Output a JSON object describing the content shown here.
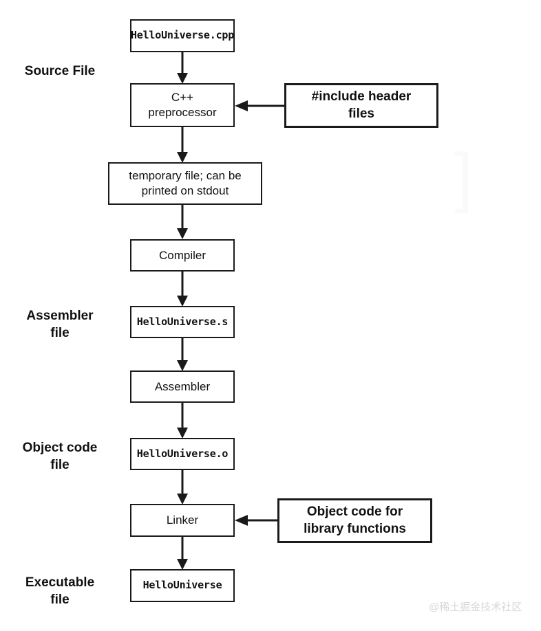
{
  "diagram": {
    "title": "C++ compilation pipeline flowchart",
    "colors": {
      "stroke": "#1a1a1a",
      "fill": "#ffffff",
      "text": "#111111",
      "watermark": "#d8d8d8"
    },
    "stage_labels": [
      {
        "id": "source-file",
        "text": "Source File"
      },
      {
        "id": "assembler-file",
        "text": "Assembler\nfile"
      },
      {
        "id": "object-code-file",
        "text": "Object code\nfile"
      },
      {
        "id": "executable-file",
        "text": "Executable\nfile"
      }
    ],
    "nodes": [
      {
        "id": "hellouniverse-cpp",
        "label": "HelloUniverse.cpp",
        "kind": "file"
      },
      {
        "id": "cpp-preprocessor",
        "label": "C++\npreprocessor",
        "kind": "process"
      },
      {
        "id": "include-header-files",
        "label": "#include header\nfiles",
        "kind": "input"
      },
      {
        "id": "temporary-file",
        "label": "temporary file; can be\nprinted on stdout",
        "kind": "process"
      },
      {
        "id": "compiler",
        "label": "Compiler",
        "kind": "process"
      },
      {
        "id": "hellouniverse-s",
        "label": "HelloUniverse.s",
        "kind": "file"
      },
      {
        "id": "assembler",
        "label": "Assembler",
        "kind": "process"
      },
      {
        "id": "hellouniverse-o",
        "label": "HelloUniverse.o",
        "kind": "file"
      },
      {
        "id": "linker",
        "label": "Linker",
        "kind": "process"
      },
      {
        "id": "object-code-library",
        "label": "Object code for\nlibrary functions",
        "kind": "input"
      },
      {
        "id": "hellouniverse",
        "label": "HelloUniverse",
        "kind": "file"
      }
    ],
    "edges": [
      {
        "from": "hellouniverse-cpp",
        "to": "cpp-preprocessor",
        "direction": "down"
      },
      {
        "from": "include-header-files",
        "to": "cpp-preprocessor",
        "direction": "left"
      },
      {
        "from": "cpp-preprocessor",
        "to": "temporary-file",
        "direction": "down"
      },
      {
        "from": "temporary-file",
        "to": "compiler",
        "direction": "down"
      },
      {
        "from": "compiler",
        "to": "hellouniverse-s",
        "direction": "down"
      },
      {
        "from": "hellouniverse-s",
        "to": "assembler",
        "direction": "down"
      },
      {
        "from": "assembler",
        "to": "hellouniverse-o",
        "direction": "down"
      },
      {
        "from": "hellouniverse-o",
        "to": "linker",
        "direction": "down"
      },
      {
        "from": "object-code-library",
        "to": "linker",
        "direction": "left"
      },
      {
        "from": "linker",
        "to": "hellouniverse",
        "direction": "down"
      }
    ]
  },
  "watermark": {
    "text": "@稀土掘金技术社区",
    "ghost": "]"
  }
}
